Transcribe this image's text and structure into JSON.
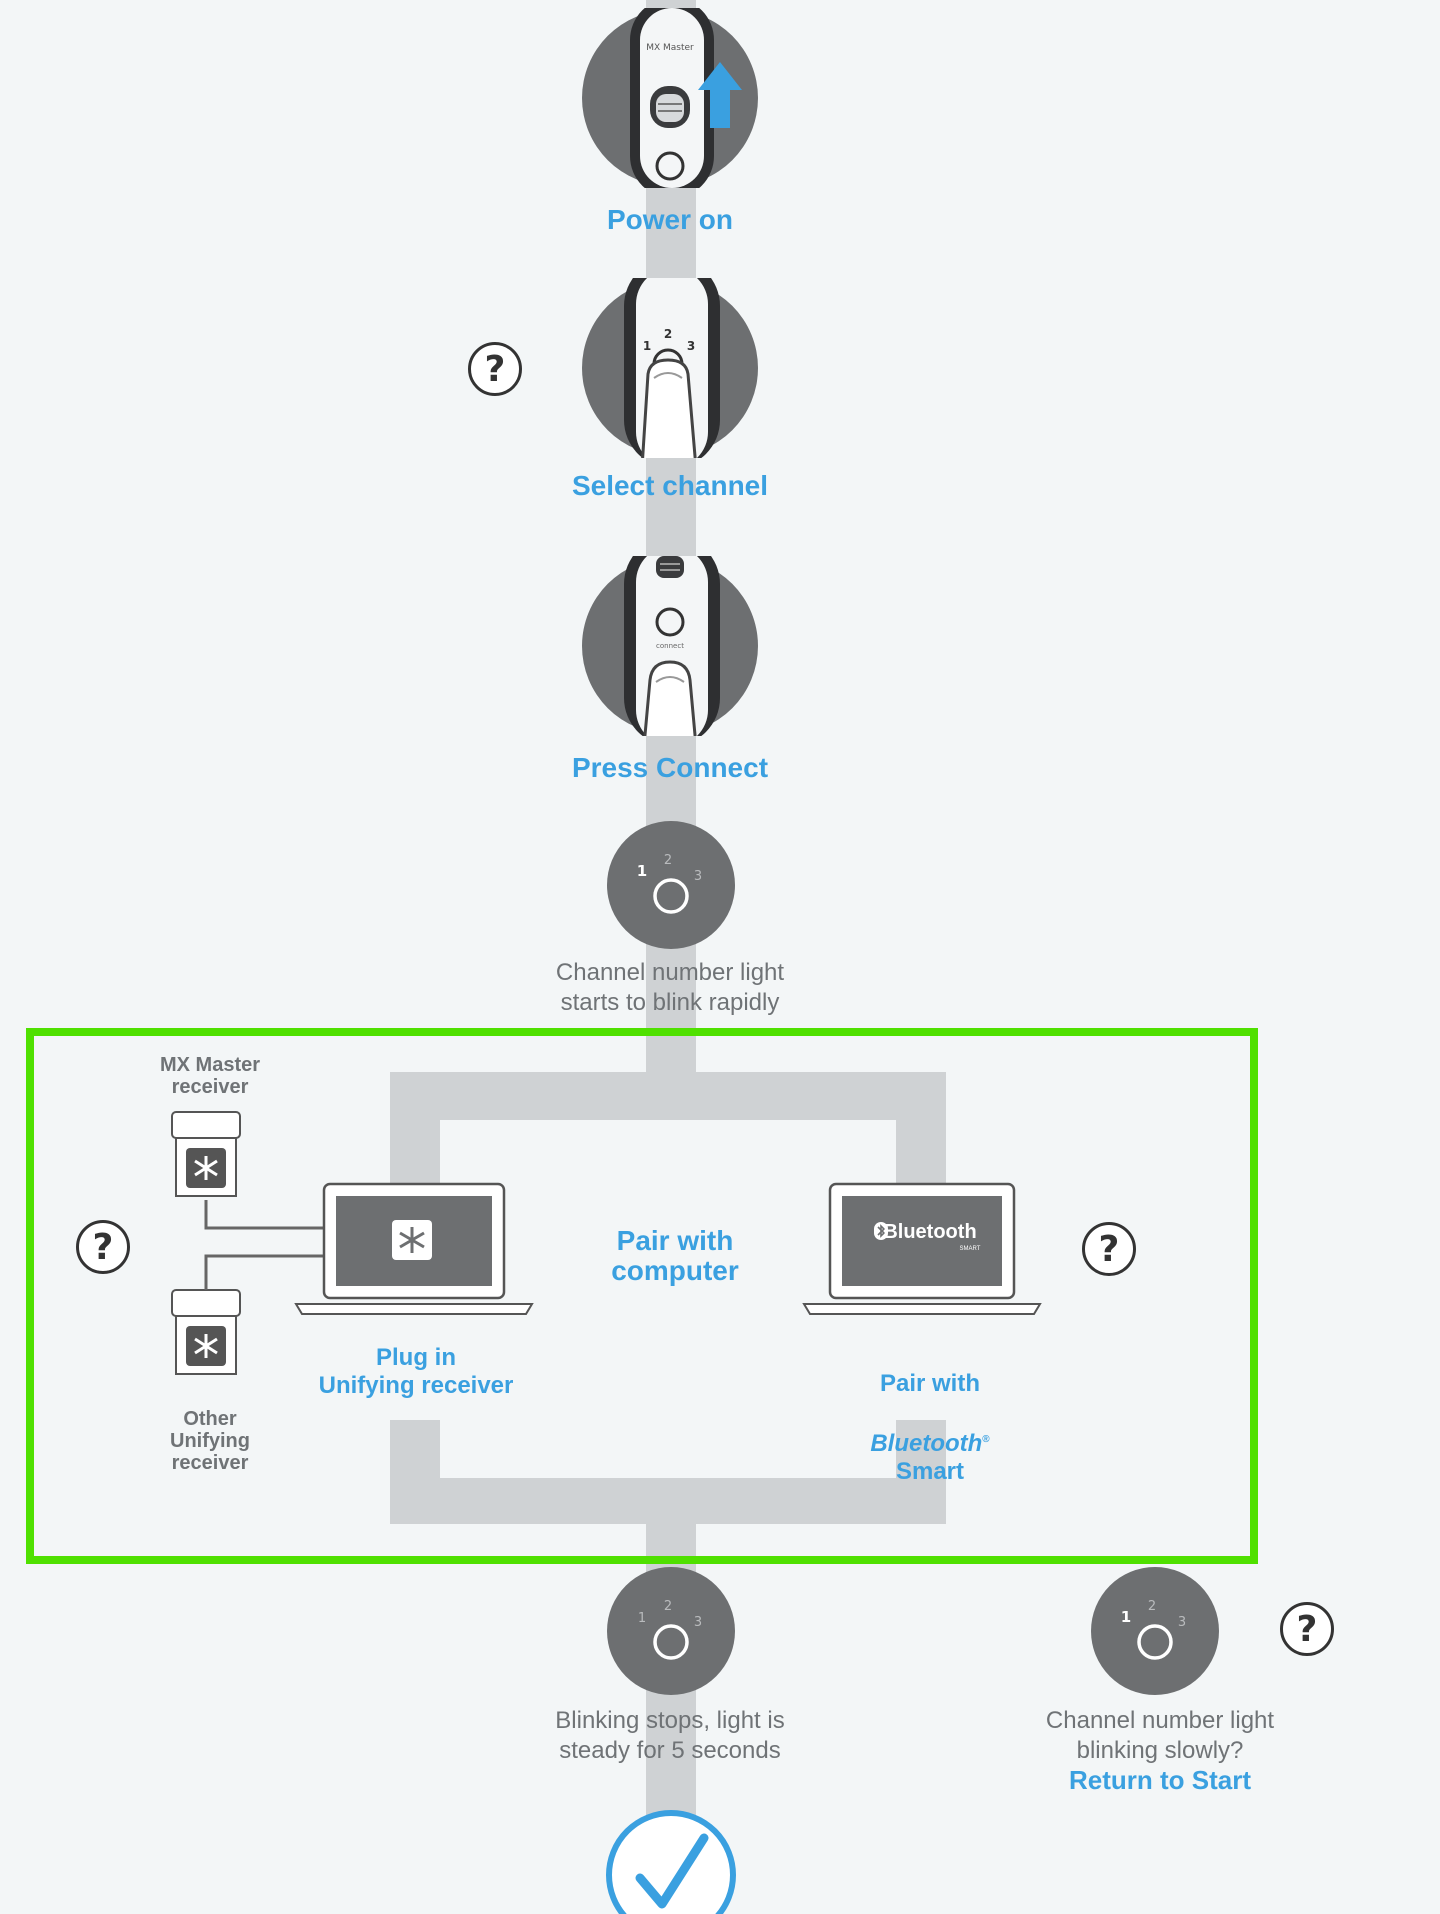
{
  "steps": {
    "power_on": "Power on",
    "select_channel": "Select channel",
    "press_connect": "Press Connect",
    "channel_blink_rapid": "Channel number light\nstarts to blink rapidly"
  },
  "device": {
    "mx_master_label": "MX Master",
    "connect_label": "connect",
    "channel_numbers": [
      "1",
      "2",
      "3"
    ]
  },
  "pairing": {
    "center": "Pair with\ncomputer",
    "mx_master_receiver": "MX Master\nreceiver",
    "other_unifying_receiver": "Other\nUnifying\nreceiver",
    "plug_in": "Plug in\nUnifying receiver",
    "pair_with_prefix": "Pair with",
    "bluetooth_italic": "Bluetooth",
    "smart_suffix": "Smart",
    "bluetooth_logo": "Bluetooth",
    "bluetooth_logo_small": "SMART"
  },
  "results": {
    "success": "Blinking stops, light is\nsteady for 5 seconds",
    "failure_note": "Channel number light\nblinking slowly?",
    "return_to_start": "Return to Start"
  },
  "help_symbol": "?",
  "colors": {
    "accent_blue": "#3aa0e0",
    "dark_gray": "#6d6f71",
    "track_gray": "#cfd2d4",
    "highlight_green": "#4fe000"
  }
}
